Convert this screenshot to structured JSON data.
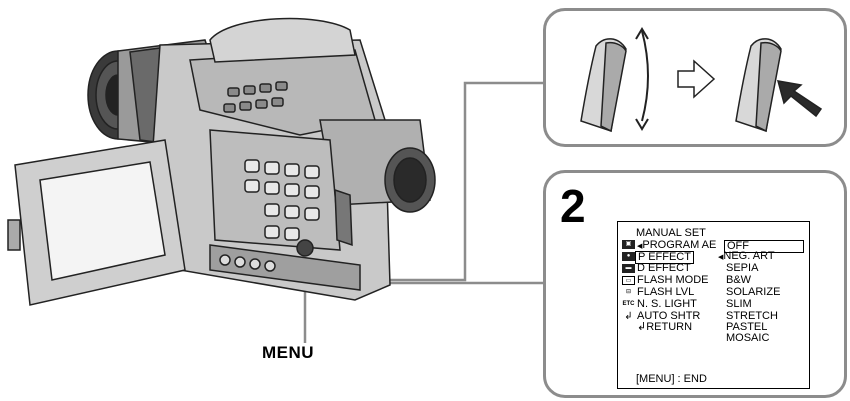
{
  "step_number": "2",
  "callout_label": "MENU",
  "menu_screen": {
    "title": "MANUAL SET",
    "items": [
      "PROGRAM AE",
      "P EFFECT",
      "D EFFECT",
      "FLASH MODE",
      "FLASH LVL",
      "N. S. LIGHT",
      "AUTO SHTR",
      "RETURN"
    ],
    "options": [
      "OFF",
      "NEG. ART",
      "SEPIA",
      "B&W",
      "SOLARIZE",
      "SLIM",
      "STRETCH",
      "PASTEL",
      "MOSAIC"
    ],
    "icon_etc": "ETC",
    "footer": "[MENU] : END"
  },
  "icons": [
    "camcorder-illustration",
    "rotate-dial-icon",
    "right-arrow-icon",
    "press-dial-icon"
  ],
  "colors": {
    "callout_border": "#8c8c8c",
    "line_art": "#222222",
    "body_gray": "#c9c9c9"
  }
}
